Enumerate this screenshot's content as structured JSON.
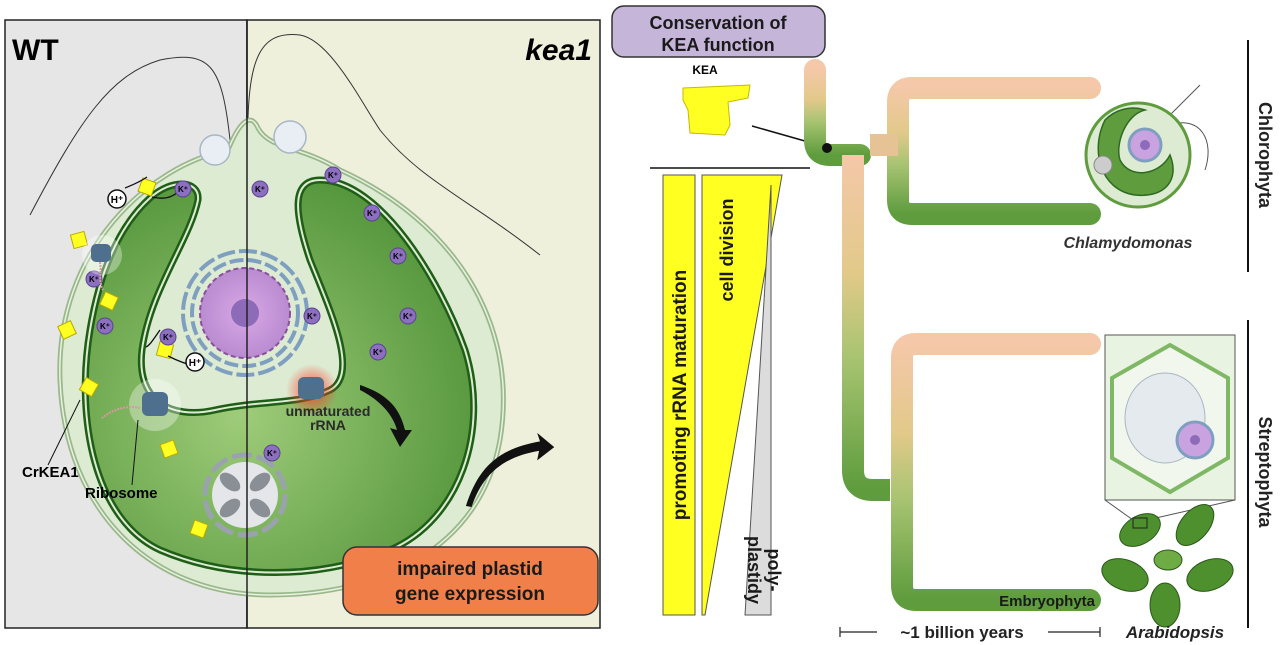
{
  "panels": {
    "wt_label": "WT",
    "mutant_label": "kea1",
    "ion_k": "K⁺",
    "ion_h": "H⁺",
    "crkea1_label": "CrKEA1",
    "ribosome_label": "Ribosome",
    "unmaturated_label_1": "unmaturated",
    "unmaturated_label_2": "rRNA",
    "impaired_1": "impaired plastid",
    "impaired_2": "gene expression"
  },
  "conservation": {
    "title_1": "Conservation of",
    "title_2": "KEA function",
    "kea_label": "KEA",
    "bar_rrna": "promoting rRNA maturation",
    "bar_division": "cell division",
    "bar_poly_1": "poly-",
    "bar_poly_2": "plastidy"
  },
  "tree": {
    "chlorophyta": "Chlorophyta",
    "streptophyta": "Streptophyta",
    "chlamydomonas": "Chlamydomonas",
    "embryophyta": "Embryophyta",
    "arabidopsis": "Arabidopsis",
    "timescale": "~1 billion years"
  },
  "colors": {
    "wt_bg": "#e6e6e6",
    "mutant_bg": "#eff0dc",
    "chloroplast": "#6fa84a",
    "chloroplast_border": "#1f5e16",
    "kea_yellow": "#ffff22",
    "impaired_box": "#f07f4a",
    "conservation_box": "#c5b5d9",
    "k_ion": "#8d6fc0"
  }
}
